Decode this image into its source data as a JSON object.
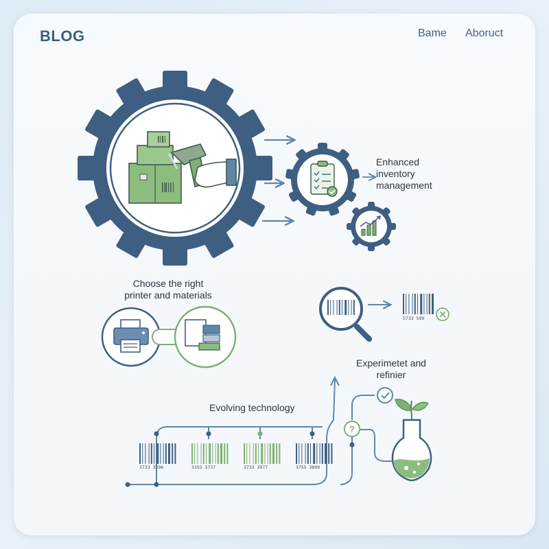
{
  "header": {
    "logo": "BLOG",
    "nav": [
      {
        "label": "Bame"
      },
      {
        "label": "Aboruct"
      }
    ]
  },
  "labels": {
    "enhanced_line1": "Enhanced",
    "enhanced_line2": "inventory",
    "enhanced_line3": "management",
    "choose_line1": "Choose the right",
    "choose_line2": "printer and materials",
    "experiment_line1": "Experimetet and",
    "experiment_line2": "refinier",
    "evolving": "Evolving technology"
  },
  "barcodes": {
    "scanned_number": "5733 599",
    "timeline": [
      {
        "number": "3733 3296"
      },
      {
        "number": "3355 5737"
      },
      {
        "number": "3733 3977"
      },
      {
        "number": "3755 3899"
      }
    ]
  },
  "colors": {
    "primary_blue": "#3e5f82",
    "accent_green": "#7faf74",
    "line_blue": "#5f86a8"
  },
  "icons": [
    "gear-icon",
    "package-boxes-icon",
    "barcode-scanner-icon",
    "clipboard-checklist-icon",
    "growth-chart-icon",
    "printer-icon",
    "label-materials-icon",
    "magnifier-icon",
    "barcode-icon",
    "cancel-x-icon",
    "checkmark-icon",
    "question-icon",
    "flask-sprout-icon"
  ]
}
